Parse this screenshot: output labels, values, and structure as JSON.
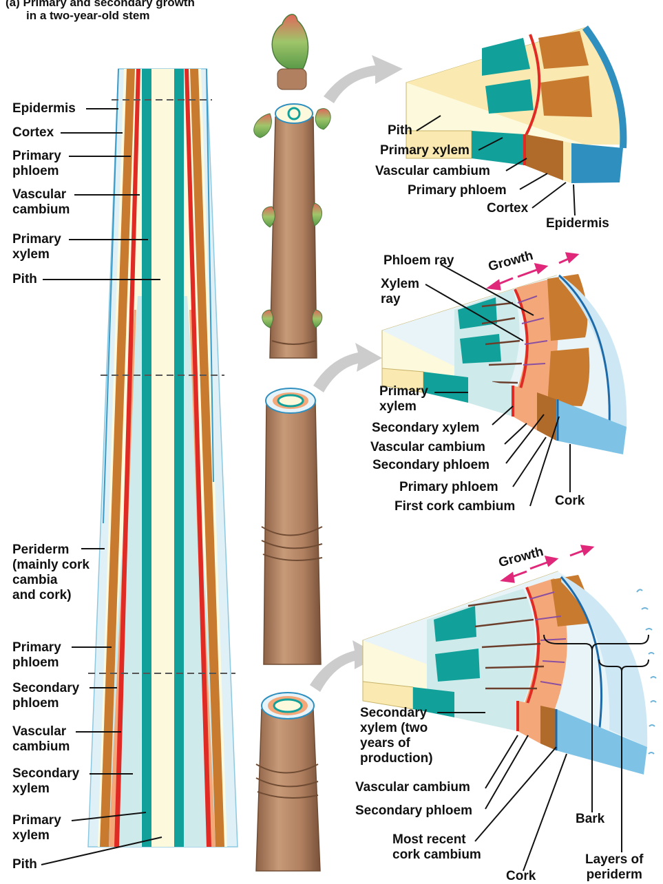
{
  "title": {
    "panel_tag": "(a)",
    "line1": "Primary and secondary growth",
    "line2": "in a two-year-old stem"
  },
  "left_labels": {
    "epidermis": "Epidermis",
    "cortex": "Cortex",
    "primary_phloem_top": "Primary\nphloem",
    "vascular_cambium_top": "Vascular\ncambium",
    "primary_xylem_top": "Primary\nxylem",
    "pith_top": "Pith",
    "periderm": "Periderm\n(mainly cork\ncambia\nand cork)",
    "primary_phloem_bottom": "Primary\nphloem",
    "secondary_phloem": "Secondary\nphloem",
    "vascular_cambium_bottom": "Vascular\ncambium",
    "secondary_xylem": "Secondary\nxylem",
    "primary_xylem_bottom": "Primary\nxylem",
    "pith_bottom": "Pith"
  },
  "section1_labels": {
    "pith": "Pith",
    "primary_xylem": "Primary xylem",
    "vascular_cambium": "Vascular cambium",
    "primary_phloem": "Primary phloem",
    "cortex": "Cortex",
    "epidermis": "Epidermis"
  },
  "section2_labels": {
    "phloem_ray": "Phloem ray",
    "xylem_ray": "Xylem\nray",
    "growth": "Growth",
    "primary_xylem": "Primary\nxylem",
    "secondary_xylem": "Secondary xylem",
    "vascular_cambium": "Vascular cambium",
    "secondary_phloem": "Secondary phloem",
    "primary_phloem": "Primary phloem",
    "first_cork_cambium": "First cork cambium",
    "cork": "Cork"
  },
  "section3_labels": {
    "growth": "Growth",
    "secondary_xylem": "Secondary\nxylem (two\nyears of\nproduction)",
    "vascular_cambium": "Vascular cambium",
    "secondary_phloem": "Secondary phloem",
    "most_recent_cork_cambium": "Most recent\ncork cambium",
    "cork": "Cork",
    "bark": "Bark",
    "layers_of_periderm": "Layers of\nperiderm"
  },
  "colors": {
    "pith": "#fdf9dc",
    "xylem_teal": "#12a19a",
    "secondary_xylem": "#cfeaea",
    "cambium_red": "#e02a24",
    "phloem_brown": "#c87a2e",
    "secondary_phloem": "#f4a87a",
    "cortex": "#fae9b0",
    "epidermis_blue": "#2f8fbf",
    "cork_light": "#cde8f4",
    "stem_bark": "#b08060",
    "bud_green": "#7cb55b",
    "bud_red": "#d9574a",
    "growth_arrow": "#e0287a",
    "process_arrow": "#cccccc"
  }
}
